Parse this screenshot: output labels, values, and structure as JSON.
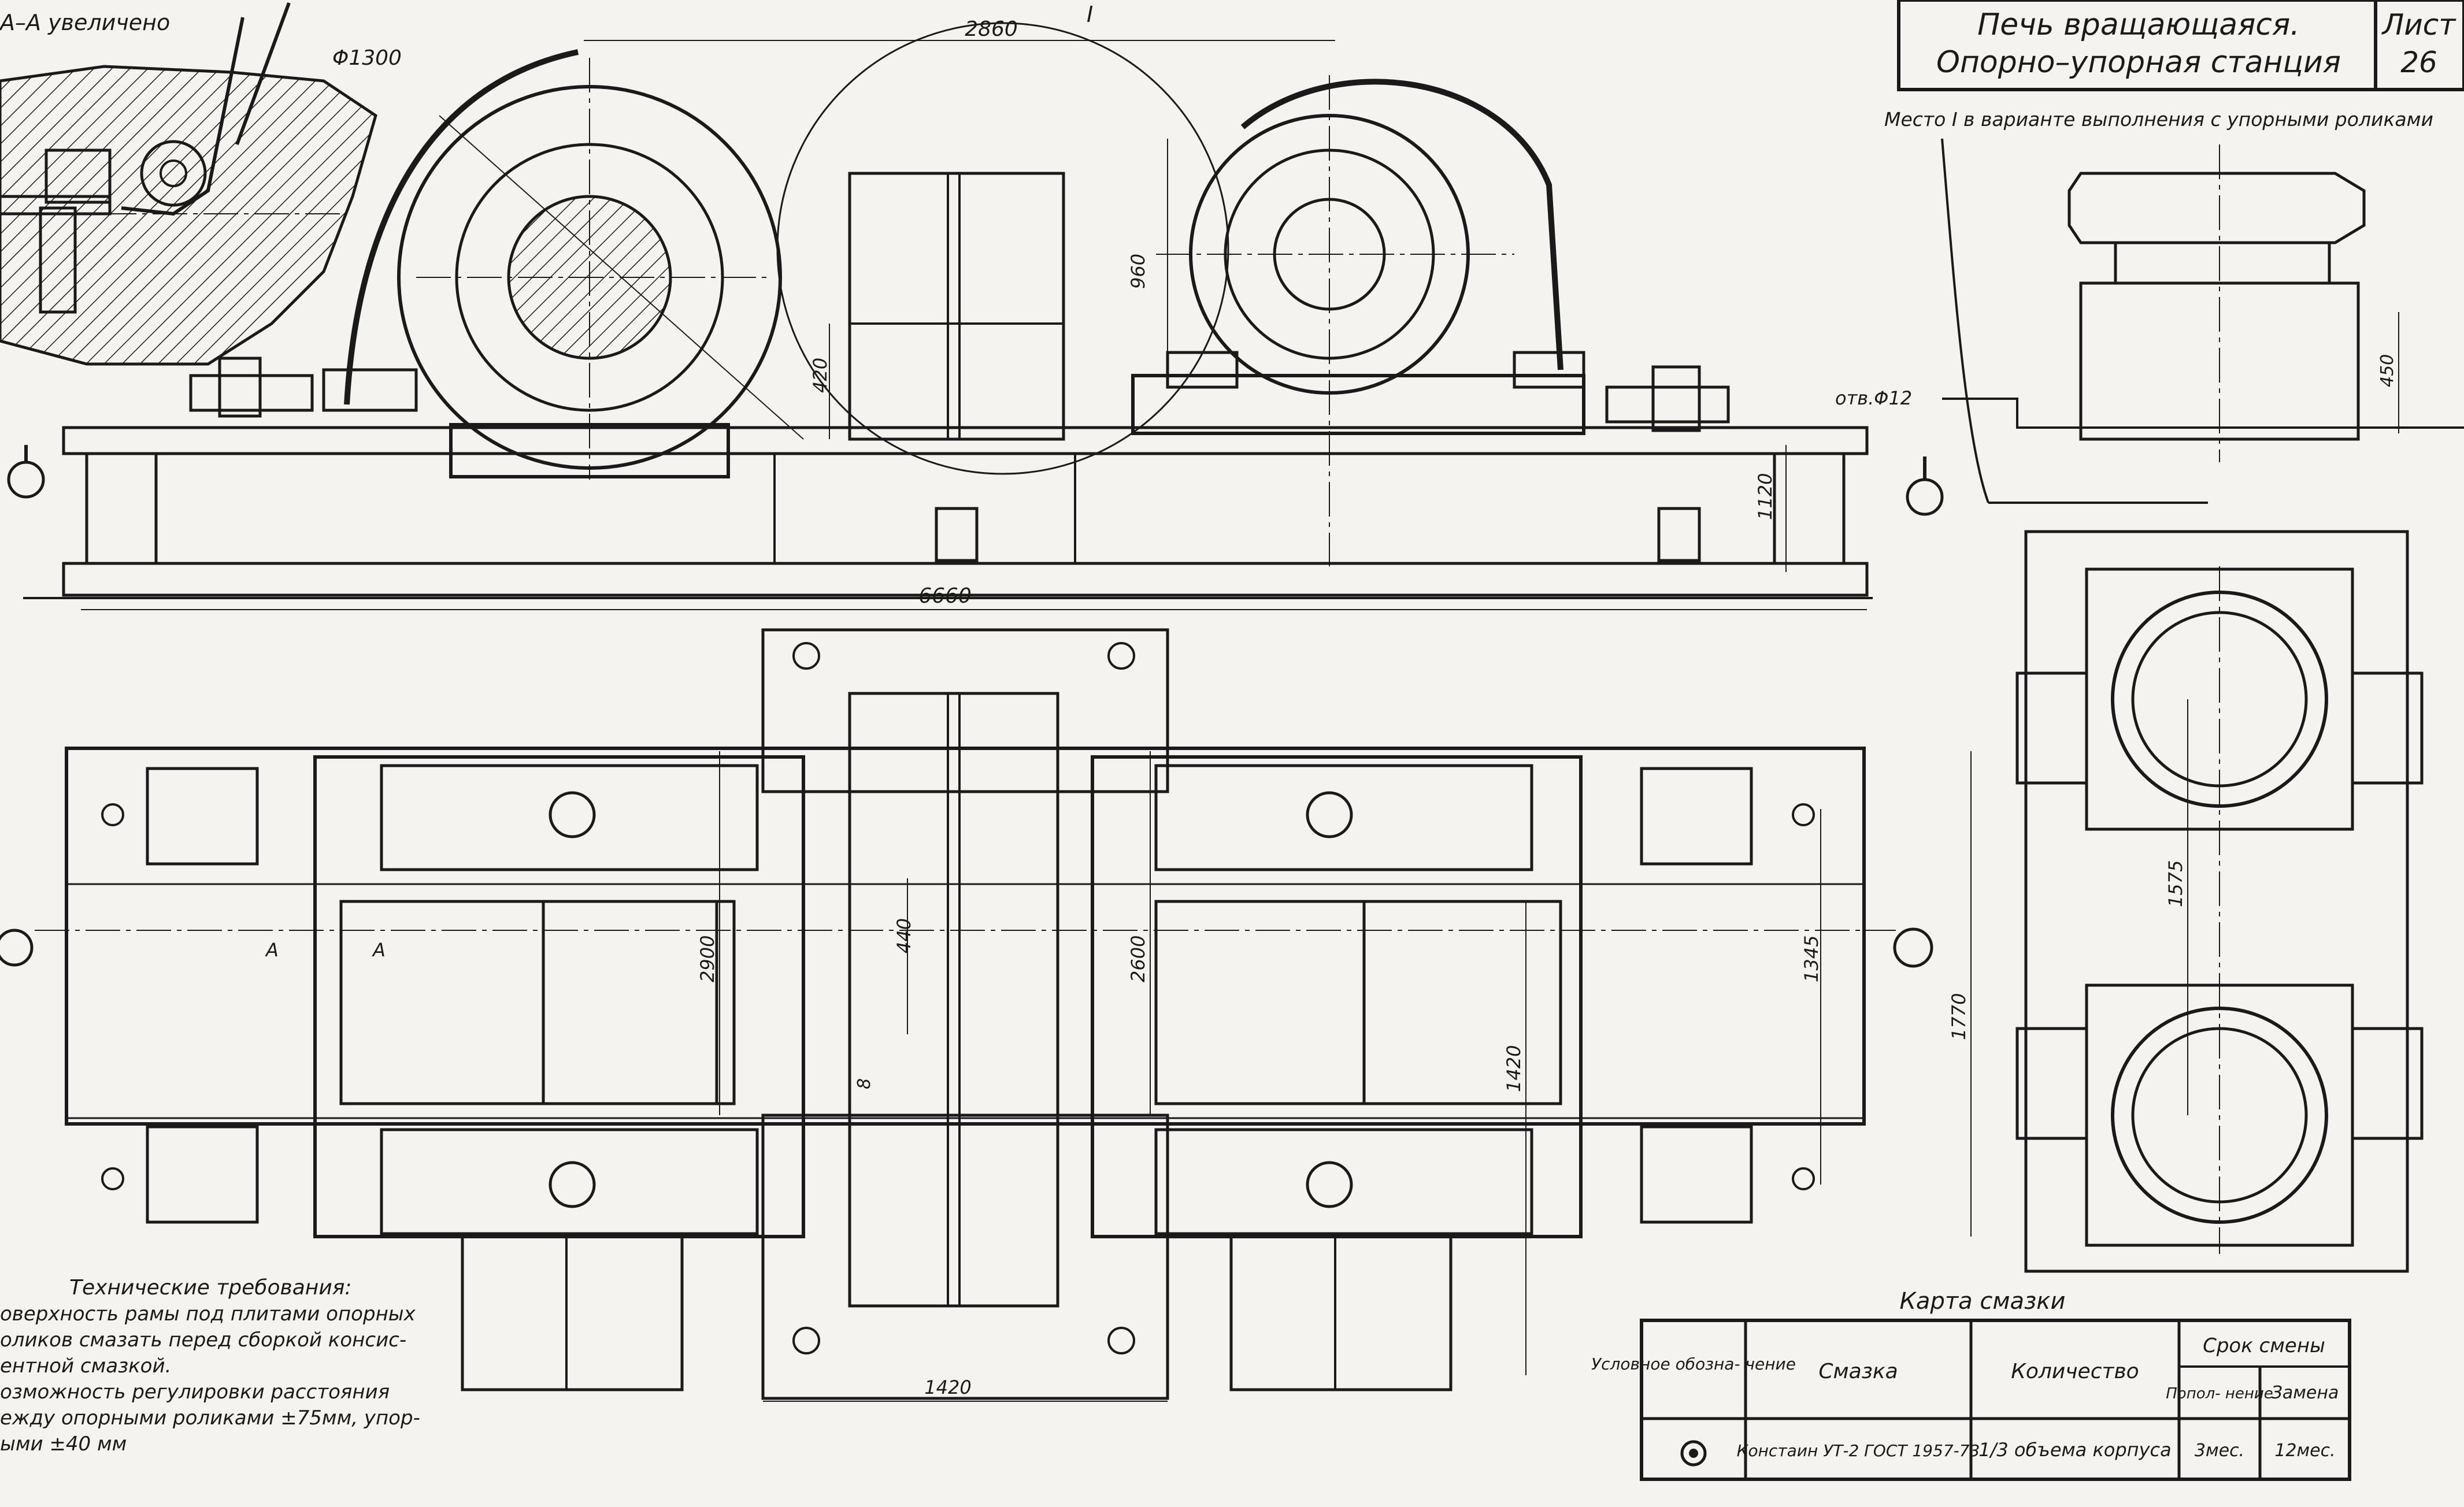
{
  "section_label": "А–А увеличено",
  "title_block": {
    "title_line1": "Печь вращающаяся.",
    "title_line2": "Опорно–упорная станция",
    "sheet_label": "Лист",
    "sheet_number": "26"
  },
  "detail_caption": "Место I в варианте выполнения с упорными роликами",
  "dimensions": {
    "roller_diameter": "Φ1300",
    "roller_spacing": "2860",
    "detail_marker": "I",
    "height_960": "960",
    "height_420": "420",
    "hole_label": "отв.Φ12",
    "height_1120": "1120",
    "length_6660": "6660",
    "detail_450": "450",
    "dist_1575": "1575",
    "plan_2900": "2900",
    "plan_440": "440",
    "plan_8": "8",
    "plan_2600": "2600",
    "plan_1420_v": "1420",
    "plan_1345": "1345",
    "plan_1770": "1770",
    "plan_1420_h": "1420",
    "section_a1": "А",
    "section_a2": "А"
  },
  "tech_requirements": {
    "title": "Технические требования:",
    "lines": [
      "оверхность рамы под плитами опорных",
      "оликов смазать перед сборкой консис-",
      "ентной смазкой.",
      "озможность регулировки расстояния",
      "ежду опорными роликами ±75мм, упор-",
      "ыми ±40 мм"
    ]
  },
  "lubrication_map": {
    "title": "Карта смазки",
    "headers": {
      "symbol": "Условное обозна- чение",
      "lubricant": "Смазка",
      "quantity": "Количество",
      "change_period": "Срок смены",
      "refill": "Попол- нение",
      "replace": "Замена"
    },
    "row": {
      "lubricant": "Констаин УТ-2 ГОСТ 1957-73",
      "quantity": "1/3 объема корпуса",
      "refill": "3мес.",
      "replace": "12мес."
    }
  }
}
